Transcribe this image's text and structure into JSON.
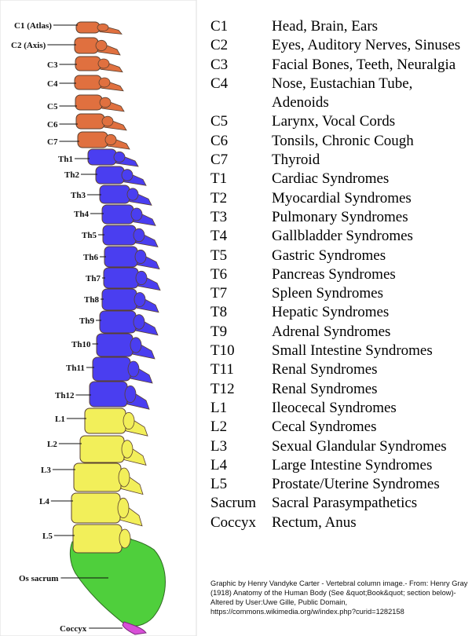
{
  "figure": {
    "labels": [
      "C1 (Atlas)",
      "C2 (Axis)",
      "C3",
      "C4",
      "C5",
      "C6",
      "C7",
      "Th1",
      "Th2",
      "Th3",
      "Th4",
      "Th5",
      "Th6",
      "Th7",
      "Th8",
      "Th9",
      "Th10",
      "Th11",
      "Th12",
      "L1",
      "L2",
      "L3",
      "L4",
      "L5",
      "Os sacrum",
      "Coccyx"
    ],
    "colors": {
      "cervical": "#e0703f",
      "thoracic": "#4a3ef0",
      "lumbar": "#f2ef5a",
      "sacrum": "#4fcf3c",
      "coccyx": "#d84fd8"
    }
  },
  "legend": [
    {
      "level": "C1",
      "condition": "Head, Brain, Ears"
    },
    {
      "level": "C2",
      "condition": "Eyes, Auditory Nerves, Sinuses"
    },
    {
      "level": "C3",
      "condition": "Facial Bones, Teeth, Neuralgia"
    },
    {
      "level": "C4",
      "condition": "Nose, Eustachian Tube, Adenoids"
    },
    {
      "level": "C5",
      "condition": "Larynx, Vocal Cords"
    },
    {
      "level": "C6",
      "condition": "Tonsils, Chronic Cough"
    },
    {
      "level": "C7",
      "condition": "Thyroid"
    },
    {
      "level": "T1",
      "condition": "Cardiac Syndromes"
    },
    {
      "level": "T2",
      "condition": "Myocardial Syndromes"
    },
    {
      "level": "T3",
      "condition": "Pulmonary Syndromes"
    },
    {
      "level": "T4",
      "condition": "Gallbladder Syndromes"
    },
    {
      "level": "T5",
      "condition": "Gastric Syndromes"
    },
    {
      "level": "T6",
      "condition": "Pancreas Syndromes"
    },
    {
      "level": "T7",
      "condition": "Spleen Syndromes"
    },
    {
      "level": "T8",
      "condition": "Hepatic Syndromes"
    },
    {
      "level": "T9",
      "condition": "Adrenal Syndromes"
    },
    {
      "level": "T10",
      "condition": "Small Intestine Syndromes"
    },
    {
      "level": "T11",
      "condition": "Renal Syndromes"
    },
    {
      "level": "T12",
      "condition": "Renal Syndromes"
    },
    {
      "level": "L1",
      "condition": "Ileocecal Syndromes"
    },
    {
      "level": "L2",
      "condition": "Cecal Syndromes"
    },
    {
      "level": "L3",
      "condition": "Sexual Glandular Syndromes"
    },
    {
      "level": "L4",
      "condition": "Large Intestine Syndromes"
    },
    {
      "level": "L5",
      "condition": "Prostate/Uterine Syndromes"
    },
    {
      "level": "Sacrum",
      "condition": "Sacral Parasympathetics"
    },
    {
      "level": "Coccyx",
      "condition": "Rectum, Anus"
    }
  ],
  "credit": "Graphic by Henry Vandyke Carter - Vertebral column image.- From: Henry Gray (1918) Anatomy of the Human Body (See &quot;Book&quot; section below)- Altered by User:Uwe Gille, Public Domain, https://commons.wikimedia.org/w/index.php?curid=1282158"
}
